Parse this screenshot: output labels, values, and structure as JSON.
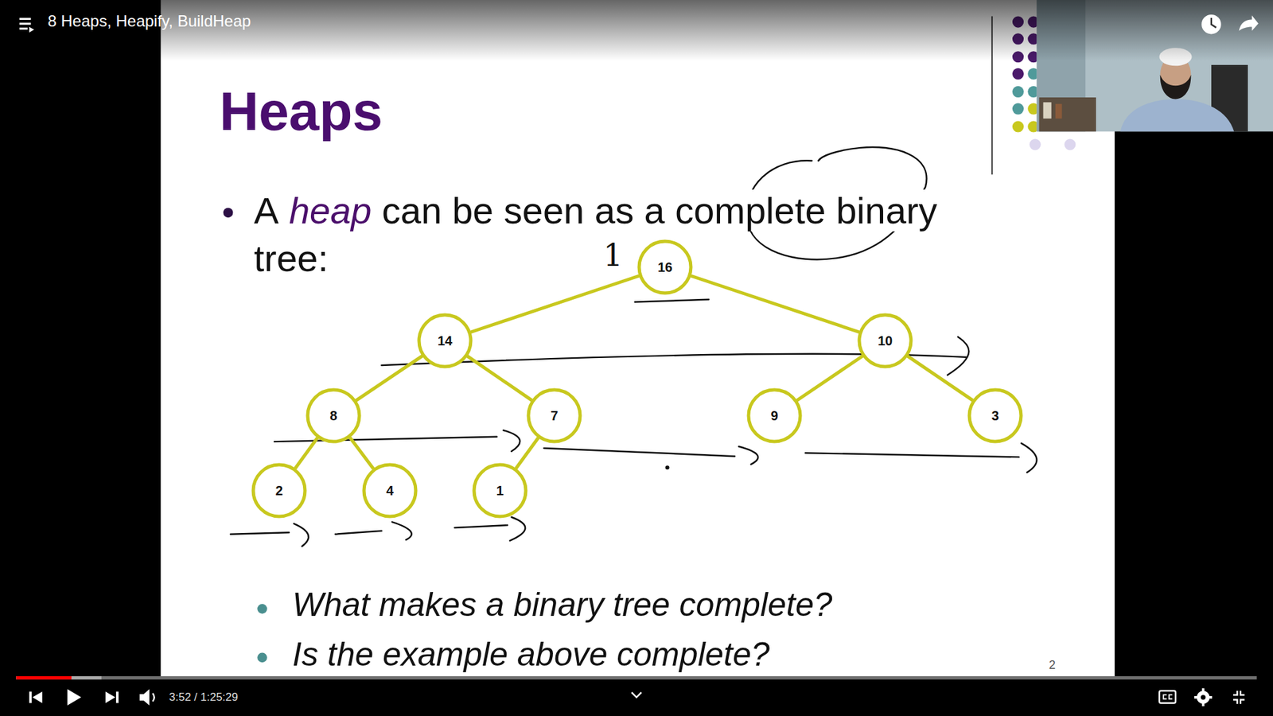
{
  "diagram": {
    "title": "Heaps",
    "nodes": [
      {
        "text": [
          "16"
        ]
      },
      {
        "text": [
          "14"
        ]
      },
      {
        "text": [
          "10"
        ]
      },
      {
        "text": [
          "8"
        ]
      },
      {
        "text": [
          "7"
        ]
      },
      {
        "text": [
          "9"
        ]
      },
      {
        "text": [
          "3"
        ]
      },
      {
        "text": [
          "2"
        ]
      },
      {
        "text": [
          "4"
        ]
      },
      {
        "text": [
          "1"
        ]
      }
    ],
    "edges": [
      {
        "from": 0,
        "to": 1,
        "arrow": "none"
      },
      {
        "from": 0,
        "to": 2,
        "arrow": "none"
      },
      {
        "from": 1,
        "to": 3,
        "arrow": "none"
      },
      {
        "from": 1,
        "to": 4,
        "arrow": "none"
      },
      {
        "from": 2,
        "to": 5,
        "arrow": "none"
      },
      {
        "from": 2,
        "to": 6,
        "arrow": "none"
      },
      {
        "from": 3,
        "to": 7,
        "arrow": "none"
      },
      {
        "from": 3,
        "to": 8,
        "arrow": "none"
      },
      {
        "from": 4,
        "to": 9,
        "arrow": "none"
      }
    ],
    "labels": [
      "8 Heaps, Heapify, BuildHeap",
      "A",
      "heap",
      "can be seen as a complete binary tree:",
      "1",
      "What makes a binary tree complete?",
      "Is the example above complete?",
      "2",
      "3:52 / 1:25:29"
    ]
  }
}
